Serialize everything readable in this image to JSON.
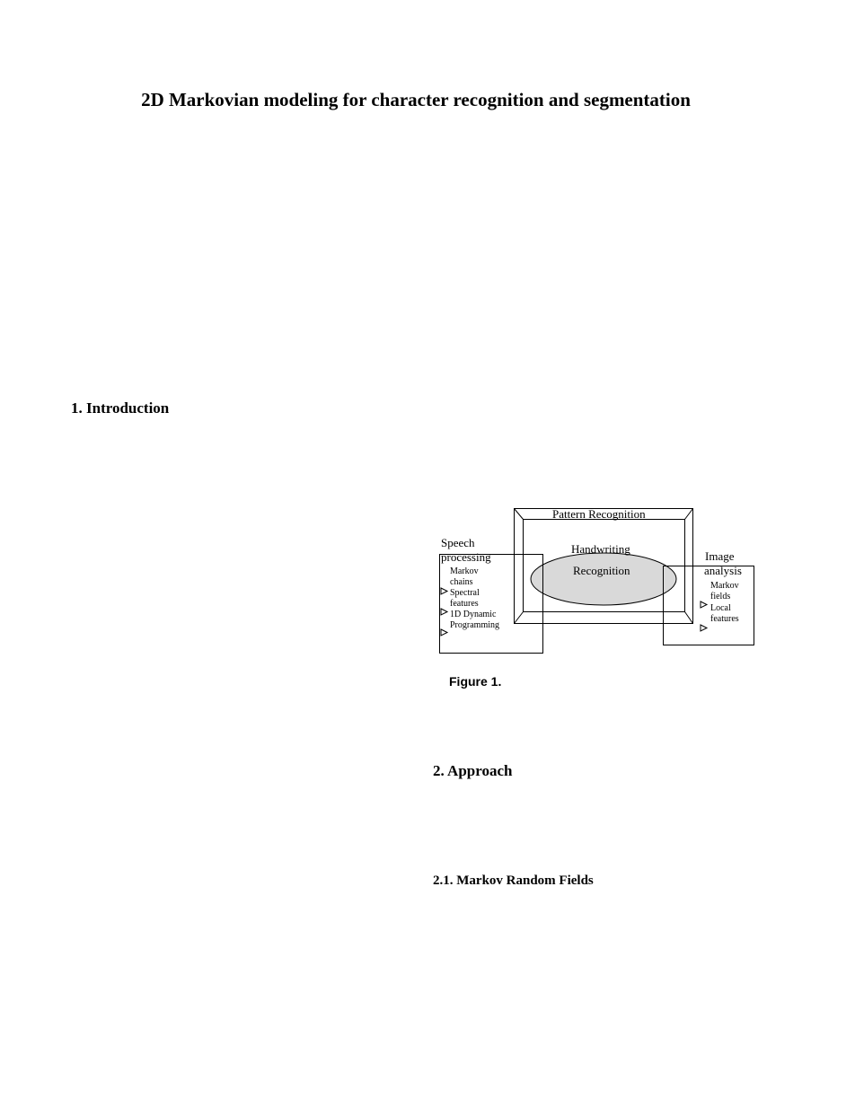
{
  "title": "2D Markovian modeling for character recognition and segmentation",
  "sections": {
    "introduction": "1. Introduction",
    "approach": "2. Approach",
    "mrf": "2.1. Markov Random Fields"
  },
  "figure": {
    "caption": "Figure 1.",
    "pattern_recognition": "Pattern Recognition",
    "handwriting": "Handwriting",
    "recognition": "Recognition",
    "speech_title_1": "Speech",
    "speech_title_2": "processing",
    "speech_items": [
      "Markov",
      "chains",
      "Spectral",
      "features",
      "1D Dynamic",
      "Programming"
    ],
    "image_title_1": "Image",
    "image_title_2": "analysis",
    "image_items": [
      "Markov",
      "fields",
      "Local",
      "features"
    ],
    "ellipse_fill": "#d9d9d9"
  }
}
